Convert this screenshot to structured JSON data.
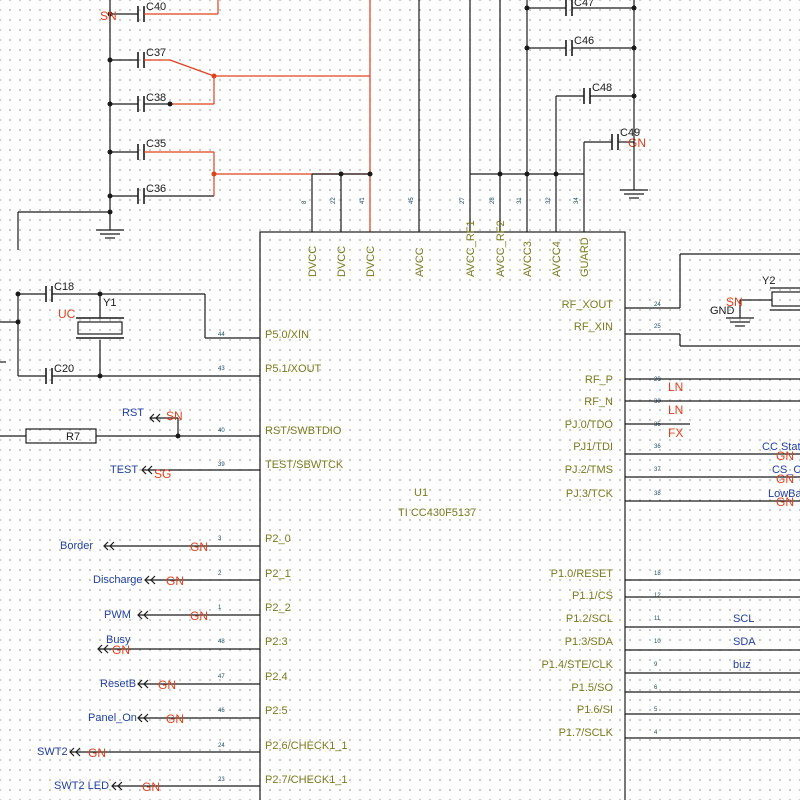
{
  "ic": {
    "ref": "U1",
    "part": "TI CC430F5137",
    "top_pins": [
      {
        "name": "DVCC",
        "num": "8"
      },
      {
        "name": "DVCC",
        "num": "22"
      },
      {
        "name": "DVCC",
        "num": "41"
      },
      {
        "name": "AVCC",
        "num": "45"
      },
      {
        "name": "AVCC_RF1",
        "num": "27"
      },
      {
        "name": "AVCC_RF2",
        "num": "28"
      },
      {
        "name": "AVCC3",
        "num": "31"
      },
      {
        "name": "AVCC4",
        "num": "32"
      },
      {
        "name": "GUARD",
        "num": "34"
      }
    ],
    "left_pins": [
      {
        "name": "P5.0/XIN",
        "num": "44"
      },
      {
        "name": "P5.1/XOUT",
        "num": "43"
      },
      {
        "name": "RST/SWBTDIO",
        "num": "40"
      },
      {
        "name": "TEST/SBWTCK",
        "num": "39"
      },
      {
        "name": "P2_0",
        "num": "3"
      },
      {
        "name": "P2_1",
        "num": "2"
      },
      {
        "name": "P2_2",
        "num": "1"
      },
      {
        "name": "P2.3",
        "num": "48"
      },
      {
        "name": "P2.4",
        "num": "47"
      },
      {
        "name": "P2.5",
        "num": "46"
      },
      {
        "name": "P2.6/CHECK1_1",
        "num": "24"
      },
      {
        "name": "P2.7/CHECK1_1",
        "num": "23"
      }
    ],
    "right_pins": [
      {
        "name": "RF_XOUT",
        "num": "24"
      },
      {
        "name": "RF_XIN",
        "num": "25"
      },
      {
        "name": "RF_P",
        "num": "29"
      },
      {
        "name": "RF_N",
        "num": "30"
      },
      {
        "name": "PJ.0/TDO",
        "num": "35"
      },
      {
        "name": "PJ1/TDI",
        "num": "36"
      },
      {
        "name": "PJ.2/TMS",
        "num": "37"
      },
      {
        "name": "PJ.3/TCK",
        "num": "38"
      },
      {
        "name": "P1.0/RESET",
        "num": "18"
      },
      {
        "name": "P1.1/CS",
        "num": "12"
      },
      {
        "name": "P1.2/SCL",
        "num": "11"
      },
      {
        "name": "P1.3/SDA",
        "num": "10"
      },
      {
        "name": "P1.4/STE/CLK",
        "num": "9"
      },
      {
        "name": "P1.5/SO",
        "num": "6"
      },
      {
        "name": "P1.6/SI",
        "num": "5"
      },
      {
        "name": "P1.7/SCLK",
        "num": "4"
      }
    ]
  },
  "capacitors": [
    "C40",
    "C37",
    "C38",
    "C35",
    "C36",
    "C47",
    "C46",
    "C48",
    "C49",
    "C18",
    "C20"
  ],
  "crystals": [
    "Y1",
    "Y2"
  ],
  "resistors": [
    "R7"
  ],
  "net_labels": {
    "rst": "RST",
    "test": "TEST",
    "border": "Border",
    "discharge": "Discharge",
    "pwm": "PWM",
    "busy": "Busy",
    "resetb": "ResetB",
    "panel_on": "Panel_On",
    "swt2": "SWT2",
    "swt2_led": "SWT2 LED",
    "scl": "SCL",
    "sda": "SDA",
    "buz": "buz",
    "cc_state": "CC State",
    "cs_c": "CS_C",
    "lowbat": "LowBa",
    "gnd": "GND"
  },
  "status_marks": {
    "sn": "SN",
    "sg": "SG",
    "gn": "GN",
    "ln": "LN",
    "fx": "FX",
    "uc": "UC"
  }
}
